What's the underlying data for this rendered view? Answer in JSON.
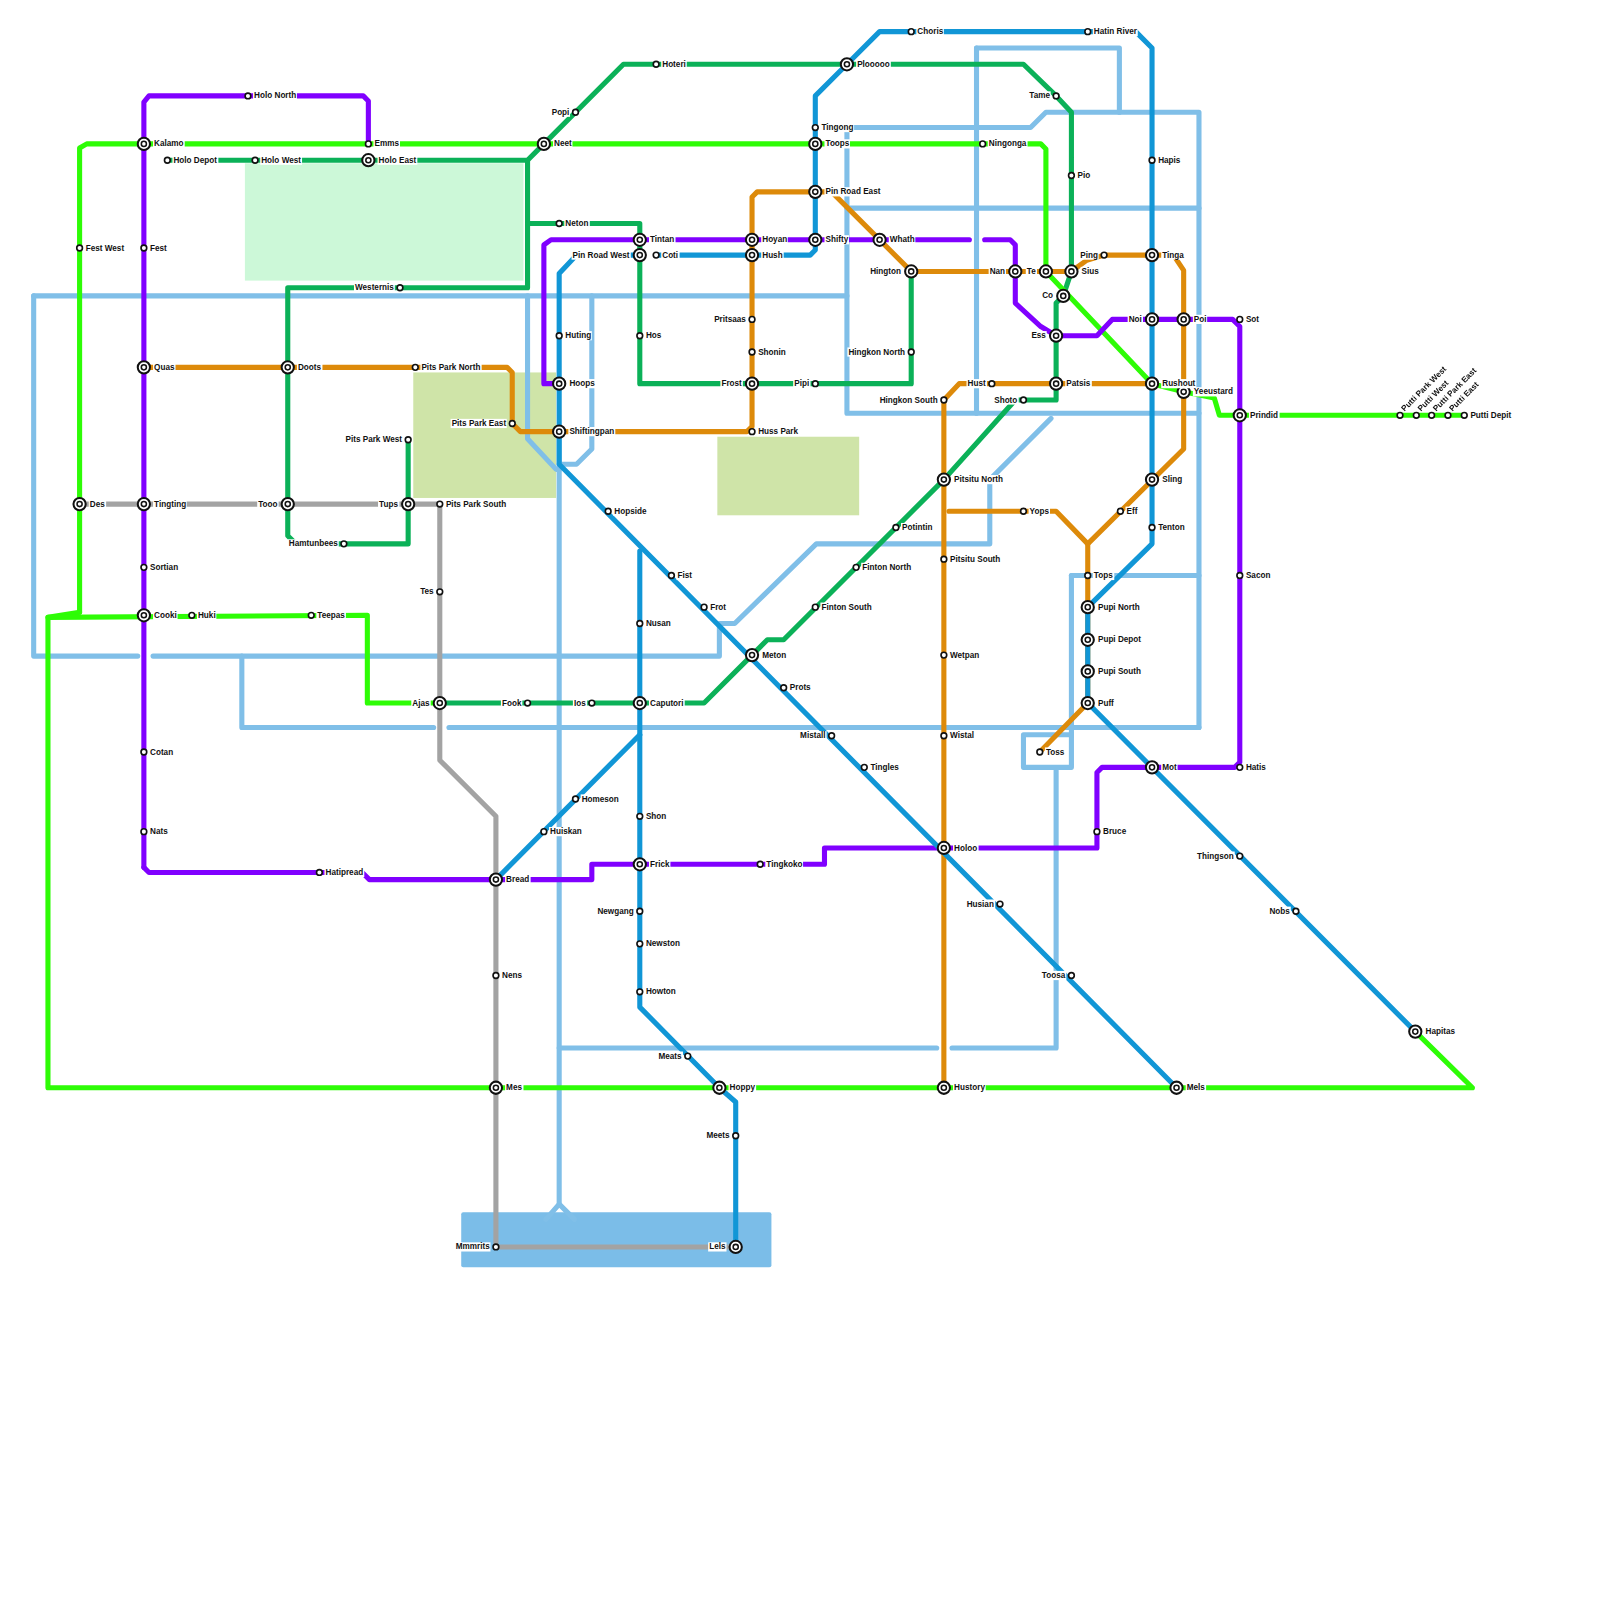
{
  "diagram": {
    "labels": [
      "Holo North",
      "Kalamo",
      "Emms",
      "Neet",
      "Toops",
      "Ningonga",
      "Holo Depot",
      "Holo West",
      "Holo East",
      "Popi",
      "Hoteri",
      "Plooooo",
      "Choris",
      "Hatin River",
      "Tame",
      "Tingong",
      "Pio",
      "Hapis",
      "Fest West",
      "Fest",
      "Neton",
      "Pin Road East",
      "Tintan",
      "Hoyan",
      "Shifty",
      "Whath",
      "Pin Road West",
      "Coti",
      "Hush",
      "Hington",
      "Nan",
      "Te",
      "Sius",
      "Ping",
      "Tinga",
      "Co",
      "Westernis",
      "Huting",
      "Hos",
      "Pritsaas",
      "Noi",
      "Poi",
      "Sot",
      "Ess",
      "Shonin",
      "Hingkon North",
      "Quas",
      "Doots",
      "Pits Park North",
      "Hoops",
      "Frost",
      "Pipi",
      "Hust",
      "Patsis",
      "Rushout",
      "Yeeustard",
      "Hingkon South",
      "Shoto",
      "Prindid",
      "Putti Park West",
      "Putti West",
      "Putti Park East",
      "Putti East",
      "Putti Depit",
      "Pits Park East",
      "Shiftingpan",
      "Huss Park",
      "Pits Park West",
      "Pitsitu North",
      "Sling",
      "Des",
      "Tingting",
      "Tooo",
      "Tups",
      "Pits Park South",
      "Hopside",
      "Yops",
      "Eff",
      "Potintin",
      "Tenton",
      "Hamtunbees",
      "Pitsitu South",
      "Sortian",
      "Finton North",
      "Fist",
      "Tops",
      "Sacon",
      "Tes",
      "Frot",
      "Finton South",
      "Pupi North",
      "Cooki",
      "Huki",
      "Teepas",
      "Nusan",
      "Pupi Depot",
      "Meton",
      "Wetpan",
      "Pupi South",
      "Prots",
      "Ajas",
      "Fook",
      "Ios",
      "Caputori",
      "Puff",
      "Mistall",
      "Wistal",
      "Cotan",
      "Toss",
      "Tingles",
      "Mot",
      "Hatis",
      "Homeson",
      "Shon",
      "Nats",
      "Huiskan",
      "Bruce",
      "Holoo",
      "Thingson",
      "Frick",
      "Tingkoko",
      "Hatipread",
      "Bread",
      "Husian",
      "Newgang",
      "Nobs",
      "Newston",
      "Toosa",
      "Nens",
      "Howton",
      "Hapitas",
      "Meats",
      "Mes",
      "Hoppy",
      "Hustory",
      "Mels",
      "Meets",
      "Mmmrits",
      "Lels"
    ]
  }
}
